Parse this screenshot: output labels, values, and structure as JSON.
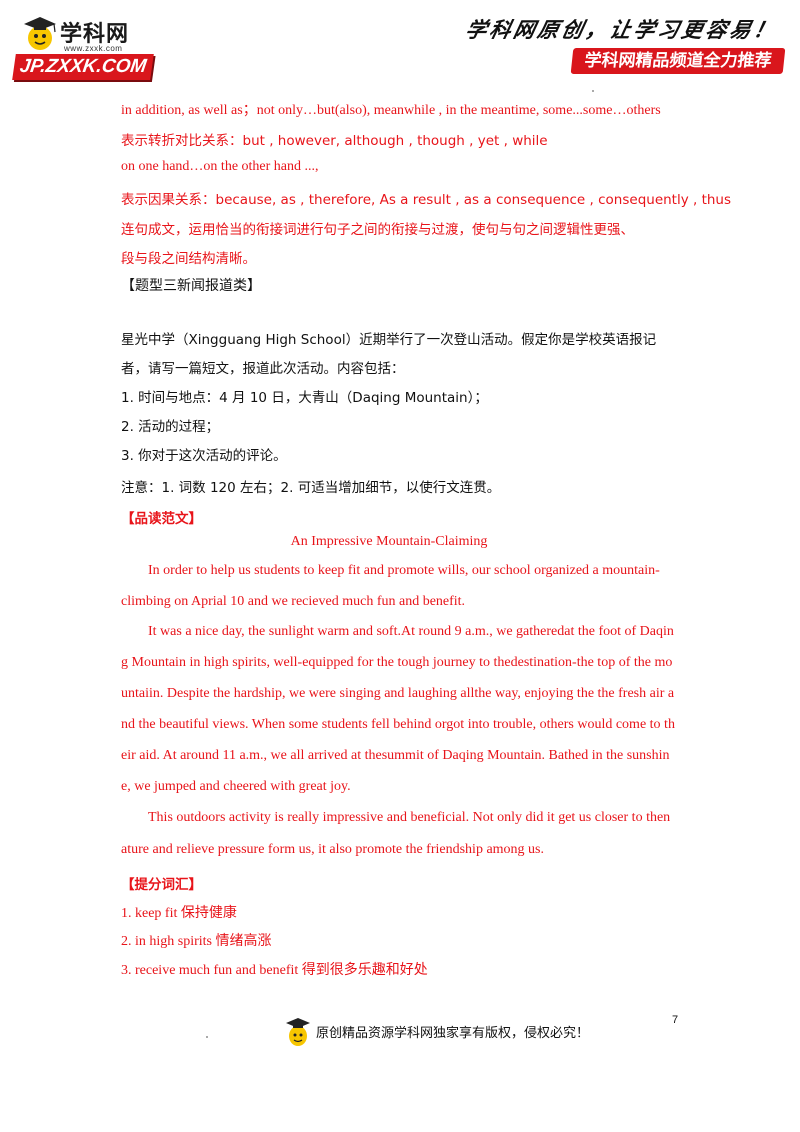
{
  "header": {
    "brand_cn": "学科网",
    "brand_url": "www.zxxk.com",
    "brand_badge": "JP.ZXXK.COM",
    "slogan": "学科网原创，让学习更容易！",
    "recommend_badge": "学科网精品频道全力推荐"
  },
  "lines": {
    "l1": "in addition, as well as；not only…but(also), meanwhile , in the meantime, some...some…others",
    "l2": "表示转折对比关系：but , however, although , though , yet , while",
    "l3": "on one hand…on the other hand ...,",
    "l4": "表示因果关系：because, as , therefore, As a result , as a consequence , consequently , thus",
    "l5": "连句成文，运用恰当的衔接词进行句子之间的衔接与过渡，使句与句之间逻辑性更强、",
    "l6": "段与段之间结构清晰。"
  },
  "section_title": "【题型三新闻报道类】",
  "task": {
    "p1": "星光中学（Xingguang High School）近期举行了一次登山活动。假定你是学校英语报记",
    "p2": "者，请写一篇短文，报道此次活动。内容包括：",
    "i1": "1. 时间与地点：4 月 10 日，大青山（Daqing Mountain）；",
    "i2": "2. 活动的过程；",
    "i3": "3. 你对于这次活动的评论。",
    "note": "注意：1. 词数 120 左右；2. 可适当增加细节，以使行文连贯。"
  },
  "model_label": "【品读范文】",
  "essay": {
    "title": "An Impressive Mountain-Claiming",
    "e1": "In order to help us students to keep fit and promote wills, our school organized a mountain-",
    "e2": "climbing on Aprial 10 and we recieved much fun and benefit.",
    "e3": "It was a nice day, the sunlight warm and soft.At round 9 a.m., we gatheredat the foot of Daqin",
    "e4": "g Mountain in high spirits, well-equipped for the tough journey to thedestination-the top of the mo",
    "e5": "untaiin. Despite the hardship, we were singing and laughing allthe way, enjoying the the fresh air a",
    "e6": "nd the beautiful views. When some students fell behind orgot into trouble, others would come to th",
    "e7": "eir aid. At around 11 a.m., we all arrived at thesummit of Daqing Mountain. Bathed in the sunshin",
    "e8": "e, we jumped and cheered with great joy.",
    "e9": "This outdoors activity is really impressive and beneficial. Not only did it get us closer to then",
    "e10": "ature and relieve pressure form us, it also promote the friendship among us."
  },
  "vocab_label": "【提分词汇】",
  "vocab": {
    "v1": "1.   keep fit  保持健康",
    "v2": "2.  in high spirits  情绪高涨",
    "v3": "3.   receive much fun and benefit  得到很多乐趣和好处"
  },
  "footer": {
    "text": "原创精品资源学科网独家享有版权，侵权必究！",
    "page_number": "7"
  },
  "colors": {
    "accent_red": "#e8141a",
    "badge_red": "#d9161c",
    "text": "#111111"
  },
  "icons": {
    "mascot": "graduation-mascot-icon"
  }
}
